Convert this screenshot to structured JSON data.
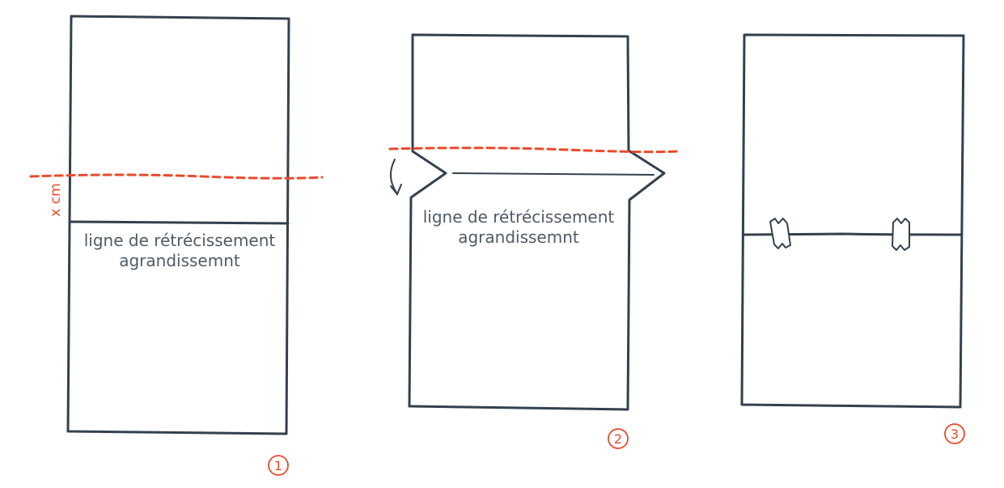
{
  "panels": [
    {
      "step": "1",
      "label_line1": "ligne de rétrécissement",
      "label_line2": "agrandissemnt",
      "measure_label": "x cm"
    },
    {
      "step": "2",
      "label_line1": "ligne de rétrécissement",
      "label_line2": "agrandissemnt"
    },
    {
      "step": "3"
    }
  ],
  "colors": {
    "ink": "#33414f",
    "accent": "#ea4a2c"
  }
}
